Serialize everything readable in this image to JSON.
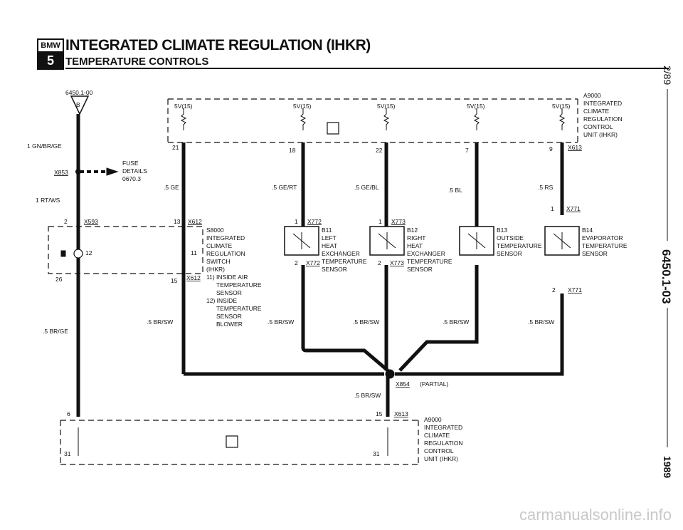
{
  "header": {
    "logo_top": "BMW",
    "logo_bottom": "5",
    "title": "INTEGRATED CLIMATE REGULATION (IHKR)",
    "subtitle": "TEMPERATURE CONTROLS"
  },
  "side": {
    "date": "2/89",
    "page_number": "6450.1-03",
    "year": "1989"
  },
  "watermark": "carmanualsonline.info",
  "labels": {
    "ref": "6450.1-00",
    "fuse_connector": "X853",
    "fuse_text_1": "FUSE",
    "fuse_text_2": "DETAILS",
    "fuse_text_3": "0670.3",
    "wire_gn_br_ge": "1 GN/BR/GE",
    "wire_rt_ws": "1 RT/WS",
    "v15": "5V(15)",
    "a9000_top": [
      "A9000",
      "INTEGRATED",
      "CLIMATE",
      "REGULATION",
      "CONTROL",
      "UNIT (IHKR)"
    ],
    "a9000_bottom": [
      "A9000",
      "INTEGRATED",
      "CLIMATE",
      "REGULATION",
      "CONTROL",
      "UNIT (IHKR)"
    ],
    "x613": "X613",
    "x612": "X612",
    "x593": "X593",
    "x772": "X772",
    "x773": "X773",
    "x771": "X771",
    "x854": "X854",
    "partial": "(PARTIAL)",
    "pin_21": "21",
    "pin_18": "18",
    "pin_22": "22",
    "pin_7": "7",
    "pin_9": "9",
    "pin_2": "2",
    "pin_13": "13",
    "pin_1": "1",
    "pin_12": "12",
    "pin_11": "11",
    "pin_15": "15",
    "pin_26": "26",
    "pin_6": "6",
    "pin_31": "31",
    "w_ge": ".5 GE",
    "w_ge_rt": ".5 GE/RT",
    "w_ge_bl": ".5 GE/BL",
    "w_bl": ".5 BL",
    "w_rs": ".5 RS",
    "w_br_ge": ".5 BR/GE",
    "w_br_sw": ".5 BR/SW",
    "s8000": [
      "S8000",
      "INTEGRATED",
      "CLIMATE",
      "REGULATION",
      "SWITCH",
      "(IHKR)",
      "11) INSIDE AIR",
      "TEMPERATURE",
      "SENSOR",
      "12) INSIDE",
      "TEMPERATURE",
      "SENSOR",
      "BLOWER"
    ],
    "b11": [
      "B11",
      "LEFT",
      "HEAT",
      "EXCHANGER",
      "TEMPERATURE",
      "SENSOR"
    ],
    "b12": [
      "B12",
      "RIGHT",
      "HEAT",
      "EXCHANGER",
      "TEMPERATURE",
      "SENSOR"
    ],
    "b13": [
      "B13",
      "OUTSIDE",
      "TEMPERATURE",
      "SENSOR"
    ],
    "b14": [
      "B14",
      "EVAPORATOR",
      "TEMPERATURE",
      "SENSOR"
    ],
    "ground_b": "B"
  },
  "colors": {
    "line": "#111111",
    "bg": "#ffffff",
    "watermark": "#c8c8c8"
  }
}
